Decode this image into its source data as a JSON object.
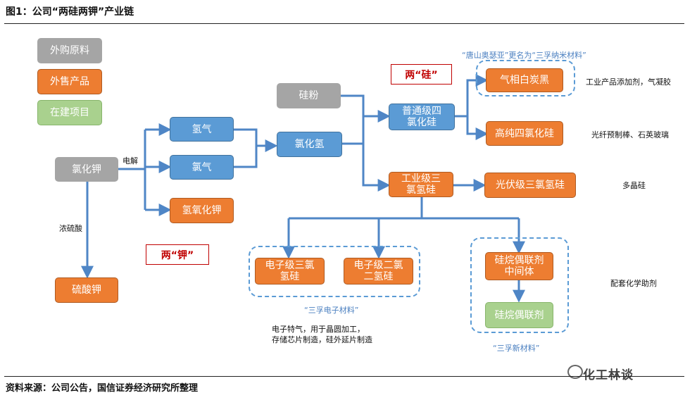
{
  "title": "图1：公司“两硅两钾”产业链",
  "legend": {
    "purchased": "外购原料",
    "sold": "外售产品",
    "building": "在建项目"
  },
  "nodes": {
    "kcl": "氯化钾",
    "k2so4": "硫酸钾",
    "h2": "氢气",
    "cl2": "氯气",
    "koh": "氢氧化钾",
    "hcl": "氯化氢",
    "si_powder": "硅粉",
    "sicl4": "普通级四\n氯化硅",
    "tcs": "工业级三\n氯氢硅",
    "fumed_silica": "气相白炭黑",
    "hp_sicl4": "高纯四氯化硅",
    "pv_tcs": "光伏级三氯氢硅",
    "e_tcs": "电子级三氯\n氢硅",
    "e_dcs": "电子级二氯\n二氢硅",
    "coupling_mid": "硅烷偶联剂\n中间体",
    "coupling": "硅烷偶联剂"
  },
  "edge_labels": {
    "electrolysis": "电解",
    "h2so4": "浓硫酸"
  },
  "tags": {
    "two_si": "两“硅”",
    "two_k": "两“钾”"
  },
  "group_labels": {
    "rename": "“唐山奥瑟亚”更名为“三孚纳米材料”",
    "electronic": "“三孚电子材料”",
    "new_material": "“三孚新材料”"
  },
  "uses": {
    "fumed_silica": "工业产品添加剂，气凝胶",
    "hp_sicl4": "光纤预制棒、石英玻璃",
    "pv_tcs": "多晶硅",
    "coupling": "配套化学助剂",
    "electronic": "电子特气，用于晶圆加工，\n存储芯片制造，硅外延片制造"
  },
  "source": "资料来源：公司公告，国信证券经济研究所整理",
  "watermark": "化工林谈",
  "colors": {
    "purchased": "#a5a5a5",
    "sold": "#ed7d31",
    "intermediate": "#5b9bd5",
    "building": "#a9d18e",
    "connector": "#4f86c6",
    "tag": "#c00000"
  }
}
